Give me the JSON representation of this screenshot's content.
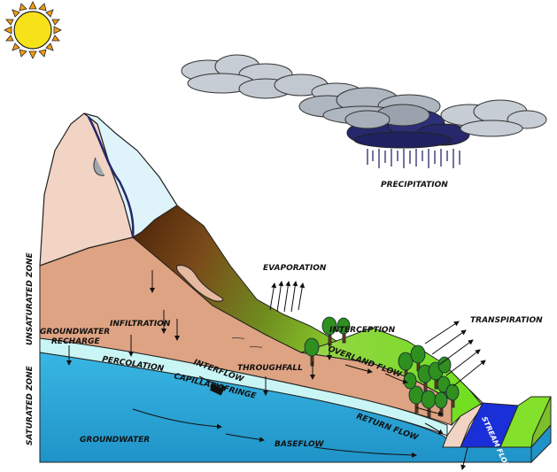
{
  "labels": {
    "precipitation": "PRECIPITATION",
    "evaporation": "EVAPORATION",
    "transpiration": "TRANSPIRATION",
    "interception": "INTERCEPTION",
    "infiltration": "INFILTRATION",
    "groundwater_recharge_1": "GROUNDWATER",
    "groundwater_recharge_2": "RECHARGE",
    "percolation": "PERCOLATION",
    "capillary_fringe": "CAPILLARY FRINGE",
    "interflow": "INTERFLOW",
    "throughfall": "THROUGHFALL",
    "overland_flow": "OVERLAND FLOW",
    "return_flow": "RETURN FLOW",
    "groundwater": "GROUNDWATER",
    "baseflow": "BASEFLOW",
    "stream_flow": "STREAM FLOW",
    "unsaturated_zone": "UNSATURATED ZONE",
    "saturated_zone": "SATURATED ZONE"
  },
  "colors": {
    "sun": "#f7e21a",
    "sun_rays": "#f39c12",
    "cloud_light": "#c7cdd4",
    "cloud_dark": "#26286b",
    "snow": "#dff3fb",
    "mountain_rock": "#f2d4c4",
    "soil": "#dea382",
    "dark_soil": "#5a2e0a",
    "grass": "#83e02b",
    "capillary": "#c9f5f5",
    "groundwater": "#2aa7d6",
    "stream": "#1a2fd8",
    "trees": "#2f8f1f"
  }
}
